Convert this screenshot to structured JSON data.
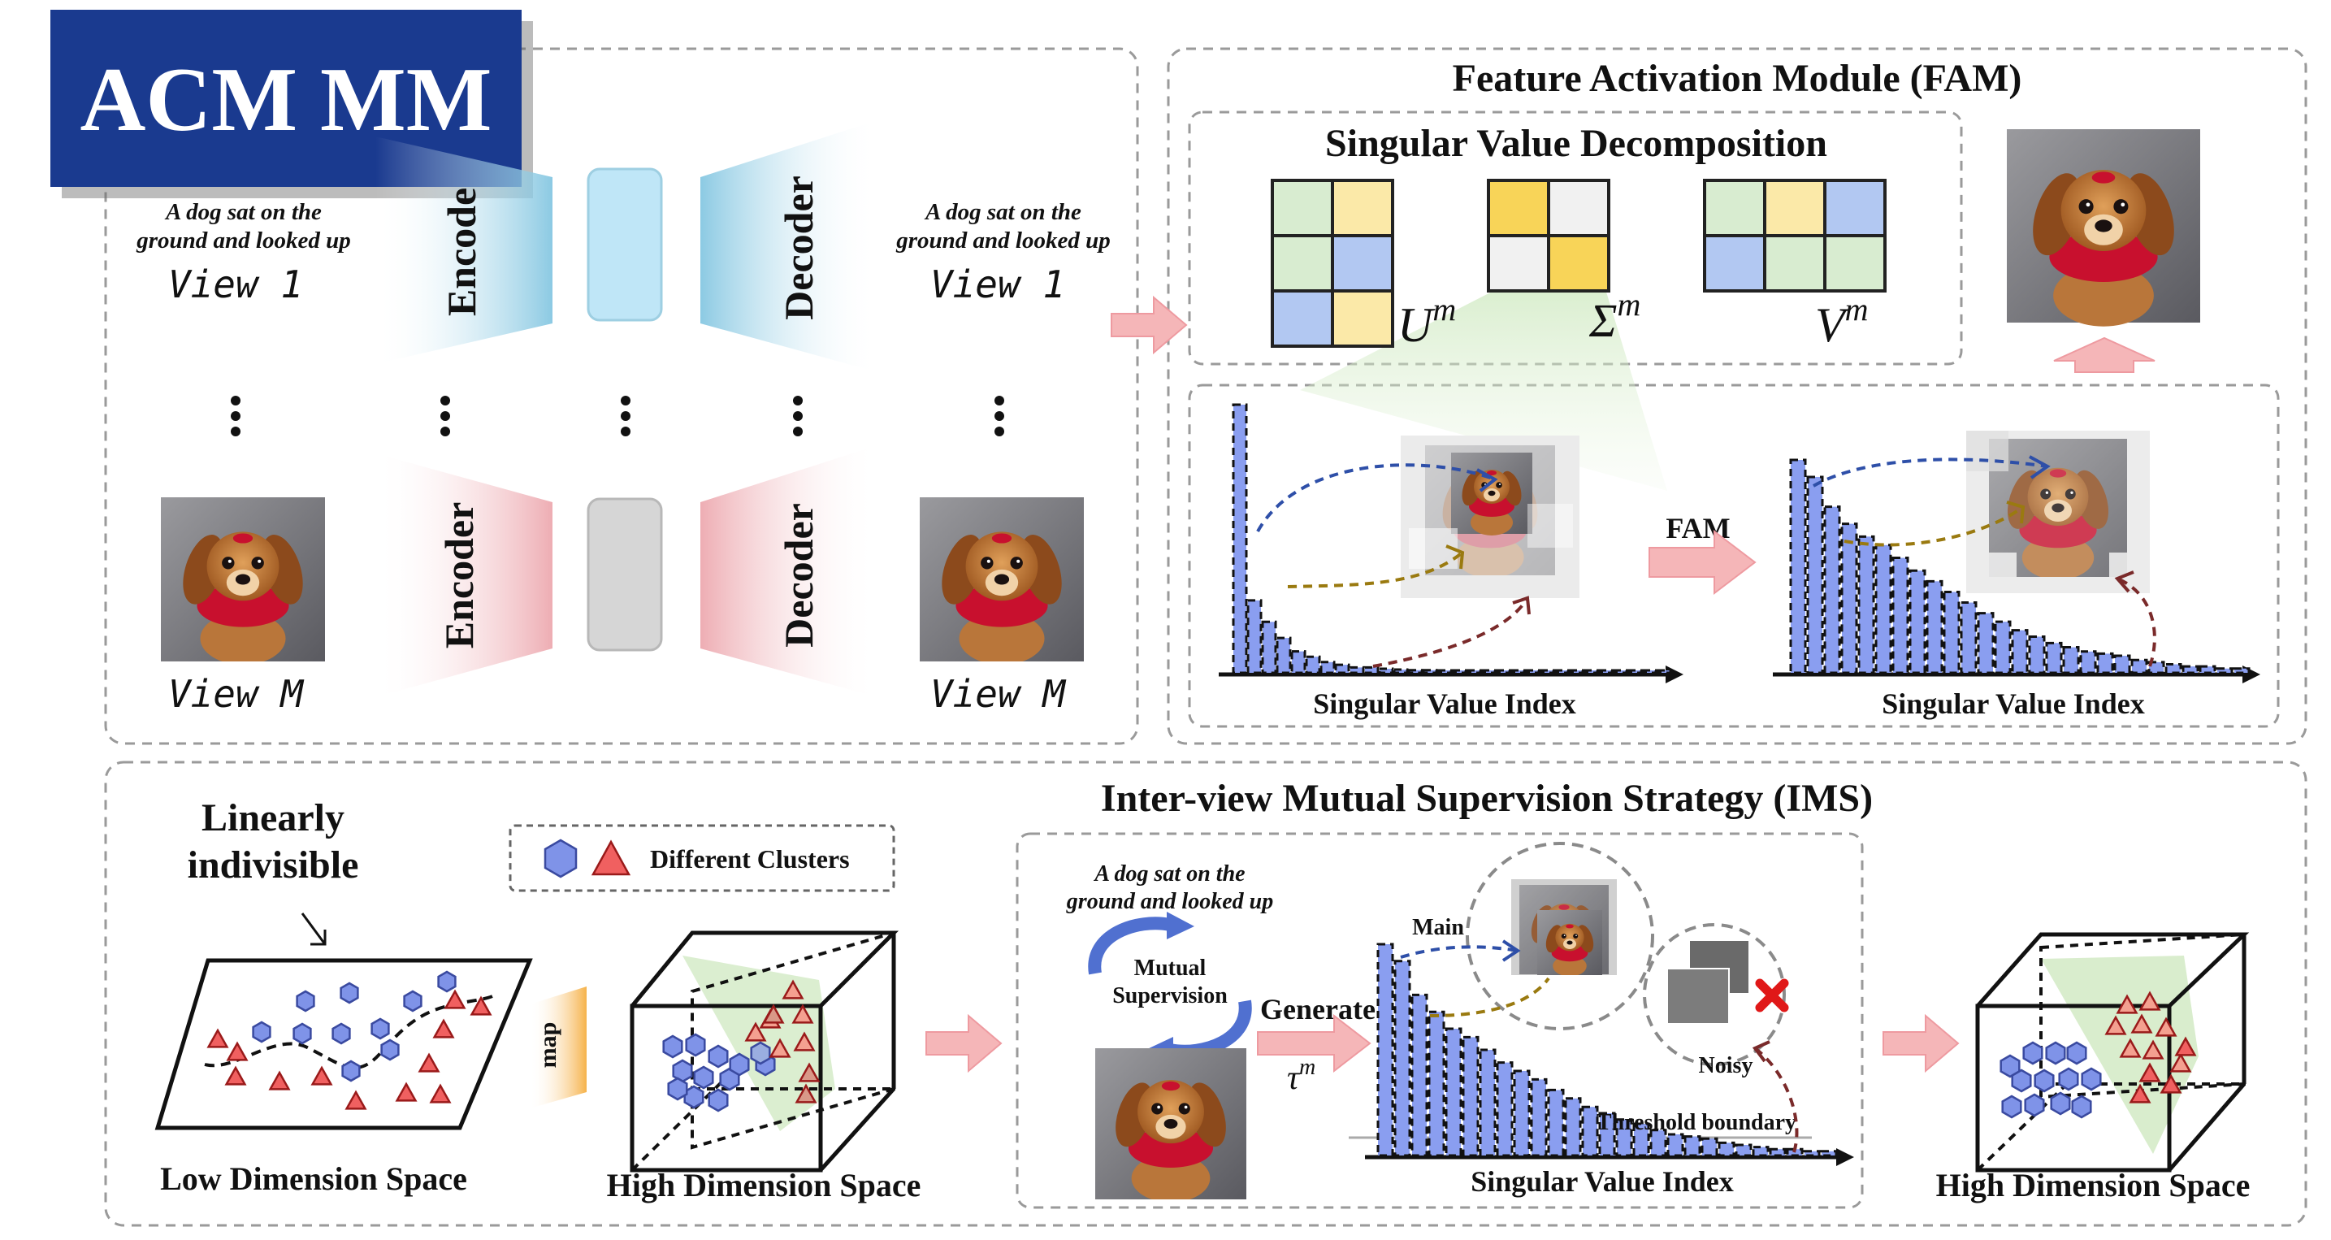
{
  "badge": "ACM MM",
  "caption_text": "A dog sat on the ground and looked up",
  "view_labels": [
    "View 1",
    "View M"
  ],
  "encoder_label": "Encoder",
  "decoder_label": "Decoder",
  "encoder_top_partial": "Encode",
  "fam": {
    "title": "Feature Activation Module (FAM)",
    "svd_title": "Singular Value Decomposition",
    "u_label": "U",
    "sigma_label": "Σ",
    "v_label": "V",
    "superscript": "m",
    "fam_arrow_label": "FAM",
    "axis_label": "Singular Value Index"
  },
  "ims": {
    "title": "Inter-view Mutual Supervision Strategy (IMS)",
    "linearly": "Linearly",
    "indivisible": "indivisible",
    "legend": "Different Clusters",
    "map": "map",
    "low_dim": "Low Dimension Space",
    "high_dim": "High Dimension Space",
    "mutual": "Mutual",
    "supervision": "Supervision",
    "generate": "Generate",
    "tau": "τ",
    "main": "Main",
    "noisy": "Noisy",
    "threshold": "Threshold boundary",
    "axis_label": "Singular Value Index"
  },
  "colors": {
    "badge_bg": "#1a3a8f",
    "bar_blue": "#8a9ef0",
    "enc_blue": "#a8d8ea",
    "enc_red": "#f2c2c6",
    "arrow_pink": "#f5b6b8",
    "cluster_red": "#f06060",
    "grid_green": "#d8ecd0",
    "grid_yellow": "#fbe9a8",
    "grid_blue": "#b2c8f2",
    "grid_gold": "#f8d458"
  },
  "chart_data": [
    {
      "type": "bar",
      "xlabel": "Singular Value Index",
      "values": [
        100,
        27,
        19,
        13,
        8,
        6,
        4,
        3,
        2,
        2,
        1.5,
        1.2,
        1,
        1,
        0.8,
        0.8,
        0.6,
        0.6,
        0.5,
        0.5,
        0.4,
        0.4,
        0.3,
        0.3,
        0.3,
        0.2,
        0.2,
        0.2,
        0.2,
        0.2
      ]
    },
    {
      "type": "bar",
      "xlabel": "Singular Value Index",
      "values": [
        100,
        92,
        78,
        70,
        64,
        60,
        54,
        48,
        43,
        38,
        33,
        28,
        24,
        20,
        17,
        14,
        12,
        10,
        9,
        8,
        6,
        5,
        4,
        3,
        3,
        2,
        2
      ]
    },
    {
      "type": "bar",
      "xlabel": "Singular Value Index",
      "values": [
        100,
        92,
        76,
        68,
        60,
        56,
        50,
        44,
        40,
        36,
        31,
        27,
        23,
        20,
        17,
        15,
        12,
        10,
        9,
        8,
        6,
        5,
        4,
        3,
        3,
        2,
        2
      ]
    }
  ]
}
